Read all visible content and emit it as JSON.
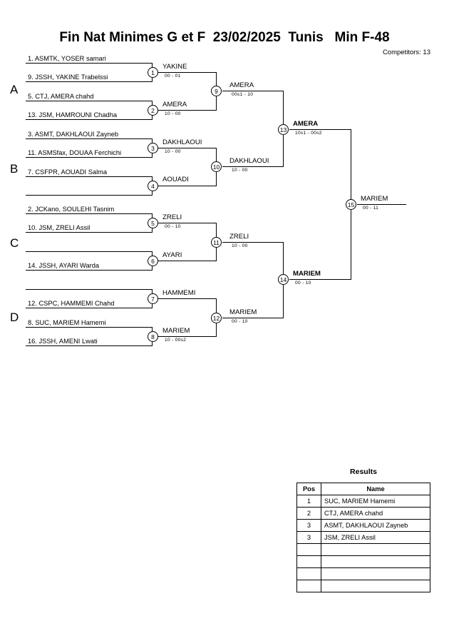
{
  "header": {
    "title": "Fin Nat Minimes G et F  23/02/2025  Tunis   Min F-48",
    "competitors": "Competitors: 13"
  },
  "groups": [
    {
      "label": "A"
    },
    {
      "label": "B"
    },
    {
      "label": "C"
    },
    {
      "label": "D"
    }
  ],
  "entries": [
    {
      "text": "1. ASMTK, YOSER samari"
    },
    {
      "text": "9. JSSH, YAKINE Trabelssi"
    },
    {
      "text": "5. CTJ, AMERA chahd"
    },
    {
      "text": "13. JSM, HAMROUNI Chadha"
    },
    {
      "text": "3. ASMT, DAKHLAOUI Zayneb"
    },
    {
      "text": "11. ASMSfax, DOUAA Ferchichi"
    },
    {
      "text": "7. CSFPR, AOUADI Salma"
    },
    {
      "text": ""
    },
    {
      "text": "2. JCKano, SOULEHI Tasnim"
    },
    {
      "text": "10. JSM, ZRELI Assil"
    },
    {
      "text": ""
    },
    {
      "text": "14. JSSH, AYARI Warda"
    },
    {
      "text": ""
    },
    {
      "text": "12. CSPC, HAMMEMI Chahd"
    },
    {
      "text": "8. SUC, MARIEM Hamemi"
    },
    {
      "text": "16. JSSH, AMENI Lwati"
    }
  ],
  "matches": [
    {
      "num": "1",
      "winner": "YAKINE",
      "score": "00 - 01",
      "bold": false
    },
    {
      "num": "2",
      "winner": "AMERA",
      "score": "10 - 00",
      "bold": false
    },
    {
      "num": "3",
      "winner": "DAKHLAOUI",
      "score": "10 - 00",
      "bold": false
    },
    {
      "num": "4",
      "winner": "AOUADI",
      "score": "",
      "bold": false
    },
    {
      "num": "5",
      "winner": "ZRELI",
      "score": "00 - 10",
      "bold": false
    },
    {
      "num": "6",
      "winner": "AYARI",
      "score": "",
      "bold": false
    },
    {
      "num": "7",
      "winner": "HAMMEMI",
      "score": "",
      "bold": false
    },
    {
      "num": "8",
      "winner": "MARIEM",
      "score": "10 - 00s2",
      "bold": false
    },
    {
      "num": "9",
      "winner": "AMERA",
      "score": "00s1 - 10",
      "bold": false
    },
    {
      "num": "10",
      "winner": "DAKHLAOUI",
      "score": "10 - 00",
      "bold": false
    },
    {
      "num": "11",
      "winner": "ZRELI",
      "score": "10 - 00",
      "bold": false
    },
    {
      "num": "12",
      "winner": "MARIEM",
      "score": "00 - 10",
      "bold": false
    },
    {
      "num": "13",
      "winner": "AMERA",
      "score": "10s1 - 00s2",
      "bold": true
    },
    {
      "num": "14",
      "winner": "MARIEM",
      "score": "00 - 10",
      "bold": true
    },
    {
      "num": "15",
      "winner": "MARIEM",
      "score": "00 - 11",
      "bold": false
    }
  ],
  "results": {
    "title": "Results",
    "columns": {
      "pos": "Pos",
      "name": "Name"
    },
    "rows": [
      {
        "pos": "1",
        "name": "SUC, MARIEM Hamemi"
      },
      {
        "pos": "2",
        "name": "CTJ, AMERA chahd"
      },
      {
        "pos": "3",
        "name": "ASMT, DAKHLAOUI Zayneb"
      },
      {
        "pos": "3",
        "name": "JSM, ZRELI Assil"
      },
      {
        "pos": "",
        "name": ""
      },
      {
        "pos": "",
        "name": ""
      },
      {
        "pos": "",
        "name": ""
      },
      {
        "pos": "",
        "name": ""
      }
    ]
  }
}
